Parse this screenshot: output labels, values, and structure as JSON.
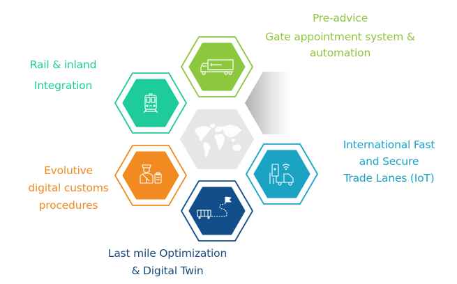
{
  "title": "Port digitalization initiatives",
  "colors": {
    "green": "#8dc63f",
    "teal": "#1dcc9a",
    "orange": "#f28a22",
    "cyan": "#1aa3c3",
    "navy": "#124f8a",
    "center_gray": "#e6e6e6",
    "shade_gray": "#bdbdbd"
  },
  "center": {
    "icon": "world-map-icon"
  },
  "nodes": [
    {
      "id": "green",
      "icon": "truck-icon",
      "lines": [
        "Pre-advice",
        "Gate appointment system &",
        "automation"
      ]
    },
    {
      "id": "teal",
      "icon": "train-icon",
      "lines": [
        "Rail & inland",
        "Integration"
      ]
    },
    {
      "id": "orange",
      "icon": "customs-officer-icon",
      "lines": [
        "Evolutive",
        "digital customs",
        "procedures"
      ]
    },
    {
      "id": "cyan",
      "icon": "iot-delivery-icon",
      "lines": [
        "International Fast",
        "and Secure",
        "Trade Lanes (IoT)"
      ]
    },
    {
      "id": "navy",
      "icon": "last-mile-route-icon",
      "lines": [
        "Last mile Optimization",
        "& Digital Twin"
      ]
    }
  ]
}
